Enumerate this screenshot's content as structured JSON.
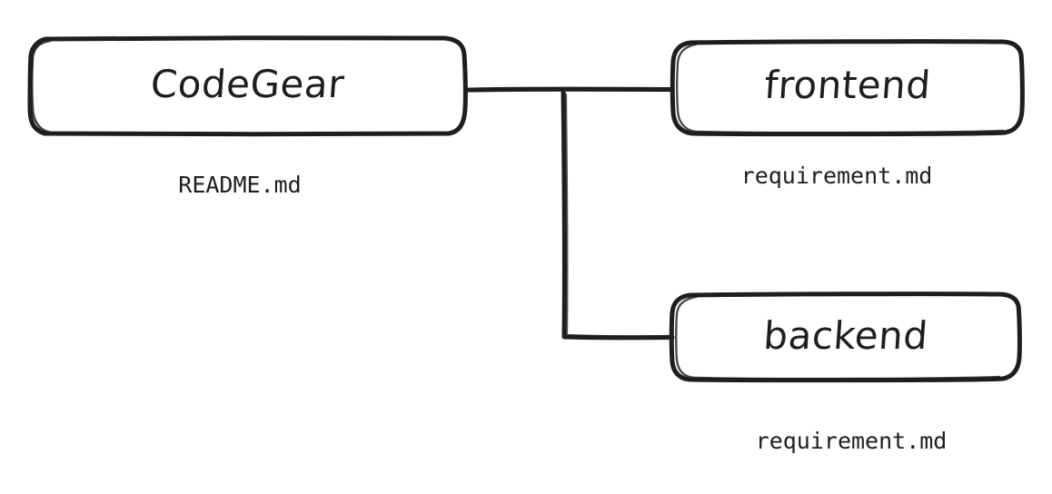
{
  "diagram": {
    "type": "hand-drawn-tree-diagram",
    "background_color": "#ffffff",
    "stroke_color": "#1e1e1e",
    "nodes": [
      {
        "id": "codegear",
        "label": "CodeGear",
        "file_label": "README.md",
        "role": "root"
      },
      {
        "id": "frontend",
        "label": "frontend",
        "file_label": "requirement.md",
        "role": "child"
      },
      {
        "id": "backend",
        "label": "backend",
        "file_label": "requirement.md",
        "role": "child"
      }
    ],
    "edges": [
      {
        "from": "codegear",
        "to": "frontend"
      },
      {
        "from": "codegear",
        "to": "backend"
      }
    ]
  }
}
